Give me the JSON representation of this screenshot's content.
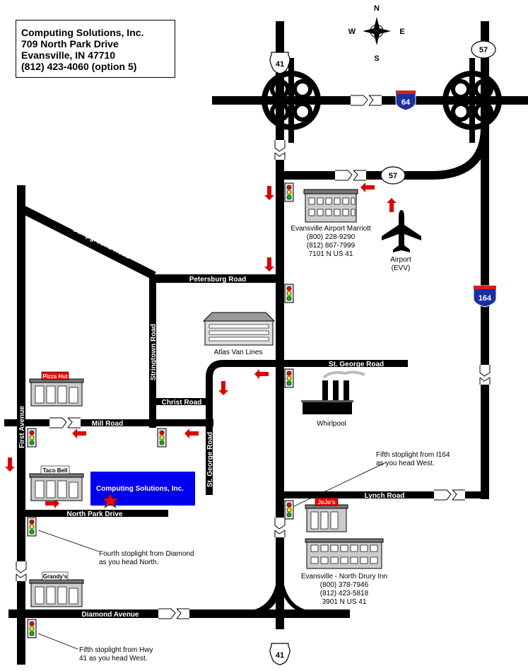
{
  "address": {
    "company": "Computing Solutions, Inc.",
    "street": "709 North Park Drive",
    "city": "Evansville, IN 47710",
    "phone": "(812) 423-4060 (option 5)"
  },
  "compass": {
    "n": "N",
    "s": "S",
    "e": "E",
    "w": "W"
  },
  "highways": {
    "us41_top": "41",
    "us41_bottom": "41",
    "i64": "64",
    "i164": "164",
    "hwy57_top": "57",
    "hwy57_mid": "57"
  },
  "roads": {
    "campground": "Campground Road",
    "petersburg": "Petersburg Road",
    "stringtown": "Stringtown Road",
    "christ": "Christ Road",
    "st_george_h": "St. George Road",
    "st_george_v": "St. George Road",
    "mill": "Mill Road",
    "first": "First Avenue",
    "north_park": "North Park Drive",
    "lynch": "Lynch Road",
    "diamond": "Diamond Avenue"
  },
  "landmarks": {
    "marriott": [
      "Evansville Airport Marriott",
      "(800) 228-9290",
      "(812) 867-7999",
      "7101 N US 41"
    ],
    "airport": [
      "Airport",
      "(EVV)"
    ],
    "atlas": "Atlas Van Lines",
    "whirlpool": "Whirlpool",
    "drury": [
      "Evansville - North Drury Inn",
      "(800) 378-7946",
      "(812) 423-5818",
      "3901 N US 41"
    ],
    "pizza_hut": "Pizza Hut",
    "taco_bell": "Taco Bell",
    "grandys": "Grandy's",
    "jojos": "JoJo's",
    "destination": "Computing Solutions, Inc."
  },
  "notes": {
    "fifth_i164": [
      "Fifth stoplight from I164",
      "as you head West."
    ],
    "fourth_diamond": [
      "Fourth stoplight from Diamond",
      "as you head North."
    ],
    "fifth_hwy41": [
      "Fifth stoplight from Hwy",
      "41 as you head West."
    ]
  },
  "colors": {
    "road": "#000000",
    "arrow": "#dd0000",
    "destination_box": "#0000ee",
    "star": "#ff0000",
    "interstate_blue": "#1a2fa0",
    "interstate_red": "#d81e1e",
    "brand_sign": "#ee0000"
  }
}
